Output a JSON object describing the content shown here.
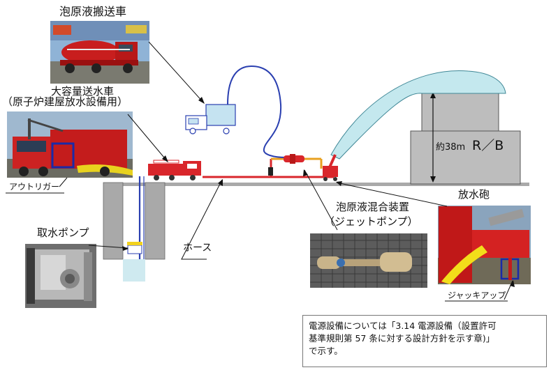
{
  "labels": {
    "foam_transport_truck": "泡原液搬送車",
    "high_volume_truck_line1": "大容量送水車",
    "high_volume_truck_line2": "（原子炉建屋放水設備用）",
    "outrigger": "アウトリガー",
    "intake_pump": "取水ポンプ",
    "hose": "ホース",
    "mixer_line1": "泡原液混合装置",
    "mixer_line2": "（ジェットポンプ）",
    "monitor_nozzle": "放水砲",
    "jack_up": "ジャッキアップ",
    "height": "約38m",
    "building": "R／B"
  },
  "note": {
    "line1": "電源設備については「3.14 電源設備（設置許可",
    "line2": "基準規則第 57 条に対する設計方針を示す章)」",
    "line3": "で示す。"
  },
  "colors": {
    "hose_red": "#d9262b",
    "hose_blue": "#2a3fb0",
    "building_gray": "#bdbdbd",
    "water_blue": "#bfe6ec",
    "ground_gray": "#a9a9a9"
  }
}
